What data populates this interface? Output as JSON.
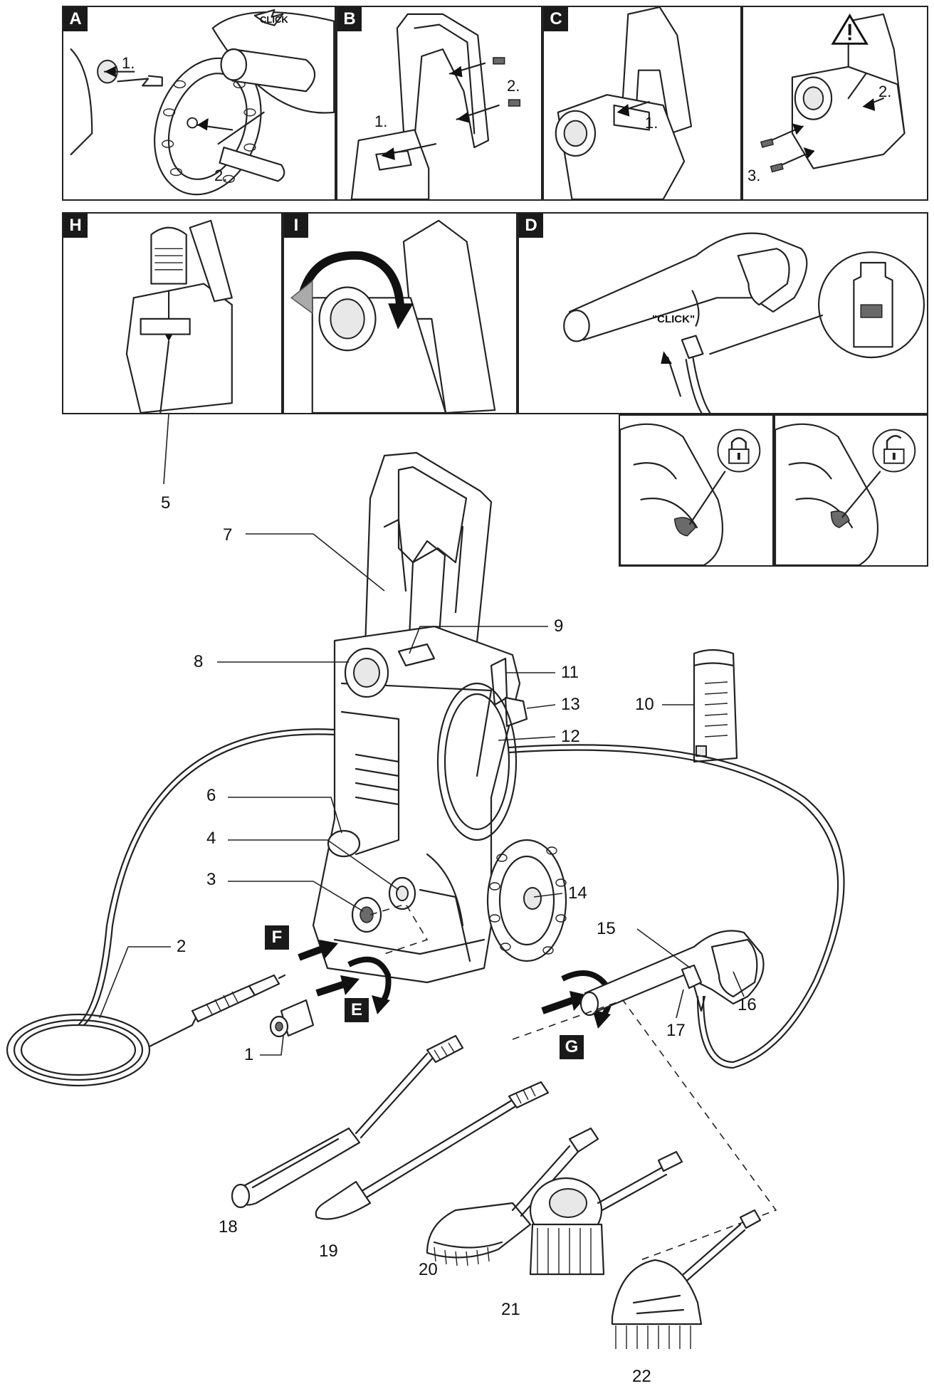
{
  "panels": {
    "A": {
      "label": "A",
      "steps": [
        "1.",
        "2."
      ],
      "click": "CLICK"
    },
    "B": {
      "label": "B",
      "steps": [
        "1.",
        "2."
      ]
    },
    "C": {
      "label": "C",
      "steps": [
        "1."
      ]
    },
    "warn": {
      "steps": [
        "2.",
        "3."
      ]
    },
    "H": {
      "label": "H"
    },
    "I": {
      "label": "I"
    },
    "D": {
      "label": "D",
      "click": "\"CLICK\""
    }
  },
  "callouts": {
    "n1": "1",
    "n2": "2",
    "n3": "3",
    "n4": "4",
    "n5": "5",
    "n6": "6",
    "n7": "7",
    "n8": "8",
    "n9": "9",
    "n10": "10",
    "n11": "11",
    "n12": "12",
    "n13": "13",
    "n14": "14",
    "n15": "15",
    "n16": "16",
    "n17": "17",
    "n18": "18",
    "n19": "19",
    "n20": "20",
    "n21": "21",
    "n22": "22"
  },
  "step_markers": {
    "E": "E",
    "F": "F",
    "G": "G"
  },
  "icons": [
    "warning-triangle-icon",
    "padlock-closed-icon",
    "padlock-open-icon",
    "click-burst-icon",
    "rotate-arrow-icon",
    "insert-arrow-icon"
  ],
  "colors": {
    "line": "#222222",
    "label_bg": "#1a1a1a",
    "shade": "#6a6a6a"
  }
}
